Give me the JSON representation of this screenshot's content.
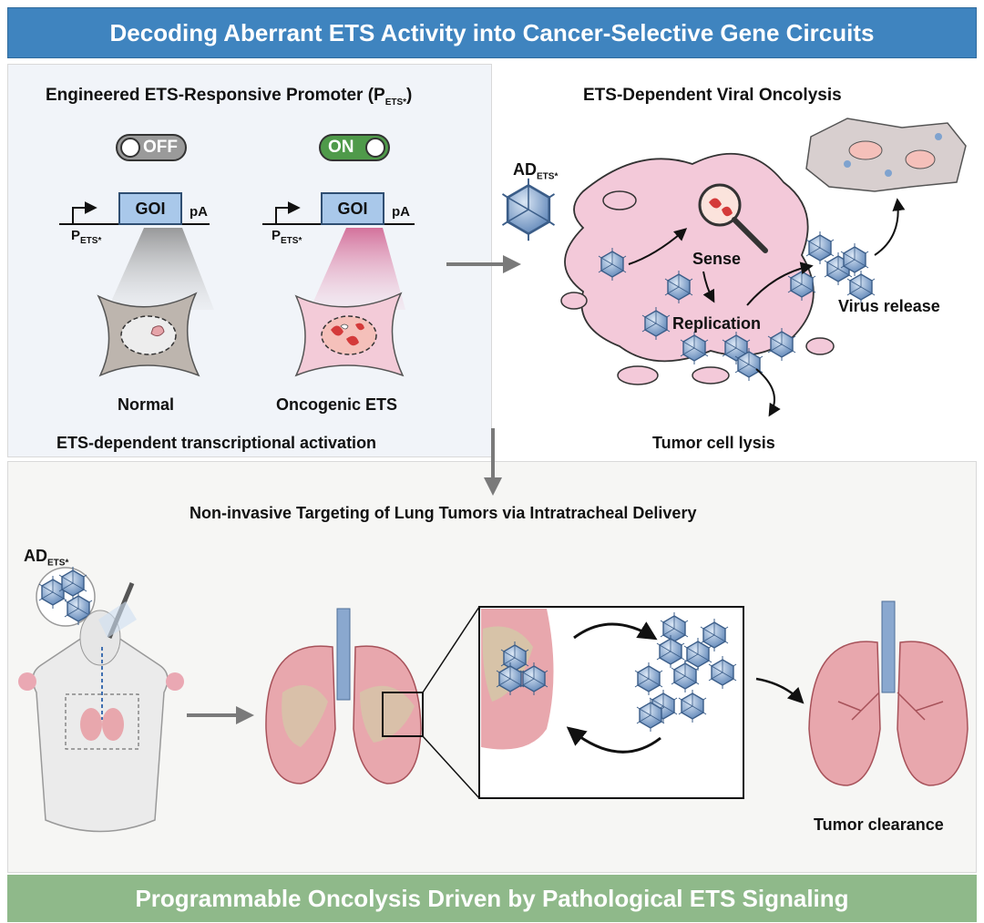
{
  "header": {
    "title": "Decoding Aberrant ETS Activity into Cancer-Selective Gene Circuits"
  },
  "footer": {
    "title": "Programmable Oncolysis Driven by Pathological ETS Signaling"
  },
  "left_panel": {
    "title_main": "Engineered ETS-Responsive Promoter (P",
    "title_sub": "ETS*",
    "title_end": ")",
    "toggle_off": "OFF",
    "toggle_on": "ON",
    "goi_label": "GOI",
    "pa_label": "pA",
    "promoter_main": "P",
    "promoter_sub": "ETS*",
    "normal_label": "Normal",
    "oncogenic_label": "Oncogenic ETS",
    "caption": "ETS-dependent transcriptional activation"
  },
  "right_panel": {
    "title": "ETS-Dependent Viral Oncolysis",
    "virus_main": "AD",
    "virus_sub": "ETS*",
    "sense": "Sense",
    "replication": "Replication",
    "virus_release": "Virus release",
    "lysis": "Tumor cell lysis"
  },
  "bottom_panel": {
    "title": "Non-invasive Targeting of Lung Tumors via Intratracheal Delivery",
    "virus_main": "AD",
    "virus_sub": "ETS*",
    "clearance": "Tumor clearance"
  },
  "colors": {
    "header_blue": "#3f84bf",
    "footer_green": "#8fb98a",
    "goi_blue": "#a9c8ea",
    "tumor_red": "#d43a3a",
    "virus_blue": "#7fa3cf",
    "lung_pink": "#e8a7ad",
    "cell_pink": "#f3c9d9"
  }
}
